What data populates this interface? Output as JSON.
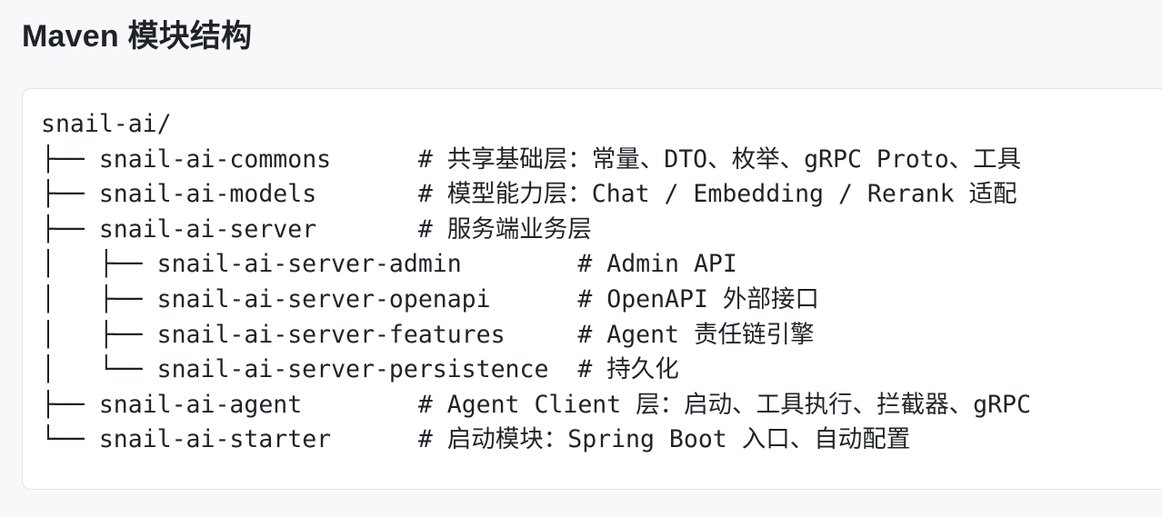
{
  "heading": "Maven 模块结构",
  "tree": {
    "lines": [
      {
        "prefix": "",
        "name": "snail-ai/",
        "comment": ""
      },
      {
        "prefix": "├── ",
        "name": "snail-ai-commons      ",
        "comment": "# 共享基础层：常量、DTO、枚举、gRPC Proto、工具"
      },
      {
        "prefix": "├── ",
        "name": "snail-ai-models       ",
        "comment": "# 模型能力层：Chat / Embedding / Rerank 适配"
      },
      {
        "prefix": "├── ",
        "name": "snail-ai-server       ",
        "comment": "# 服务端业务层"
      },
      {
        "prefix": "│   ├── ",
        "name": "snail-ai-server-admin        ",
        "comment": "# Admin API"
      },
      {
        "prefix": "│   ├── ",
        "name": "snail-ai-server-openapi      ",
        "comment": "# OpenAPI 外部接口"
      },
      {
        "prefix": "│   ├── ",
        "name": "snail-ai-server-features     ",
        "comment": "# Agent 责任链引擎"
      },
      {
        "prefix": "│   └── ",
        "name": "snail-ai-server-persistence  ",
        "comment": "# 持久化"
      },
      {
        "prefix": "├── ",
        "name": "snail-ai-agent        ",
        "comment": "# Agent Client 层：启动、工具执行、拦截器、gRPC"
      },
      {
        "prefix": "└── ",
        "name": "snail-ai-starter      ",
        "comment": "# 启动模块：Spring Boot 入口、自动配置"
      }
    ]
  }
}
